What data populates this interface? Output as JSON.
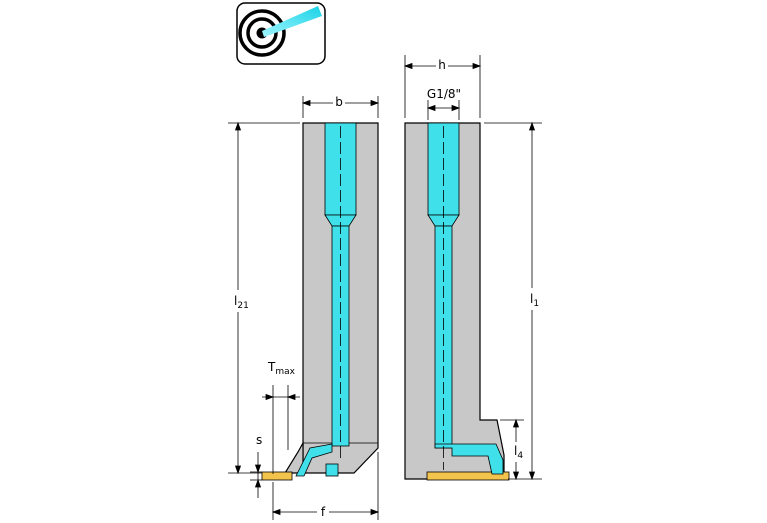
{
  "icon": {
    "name": "internal-coolant-icon"
  },
  "labels": {
    "b": "b",
    "h": "h",
    "thread": "G1/8\"",
    "l21_main": "l",
    "l21_sub": "21",
    "l1_main": "l",
    "l1_sub": "1",
    "l4_main": "l",
    "l4_sub": "4",
    "tmax_main": "T",
    "tmax_sub": "max",
    "s": "s",
    "f": "f"
  },
  "colors": {
    "body": "#c8c8c8",
    "coolant": "#40e0ea",
    "insert": "#f2c44e",
    "line": "#000000"
  }
}
